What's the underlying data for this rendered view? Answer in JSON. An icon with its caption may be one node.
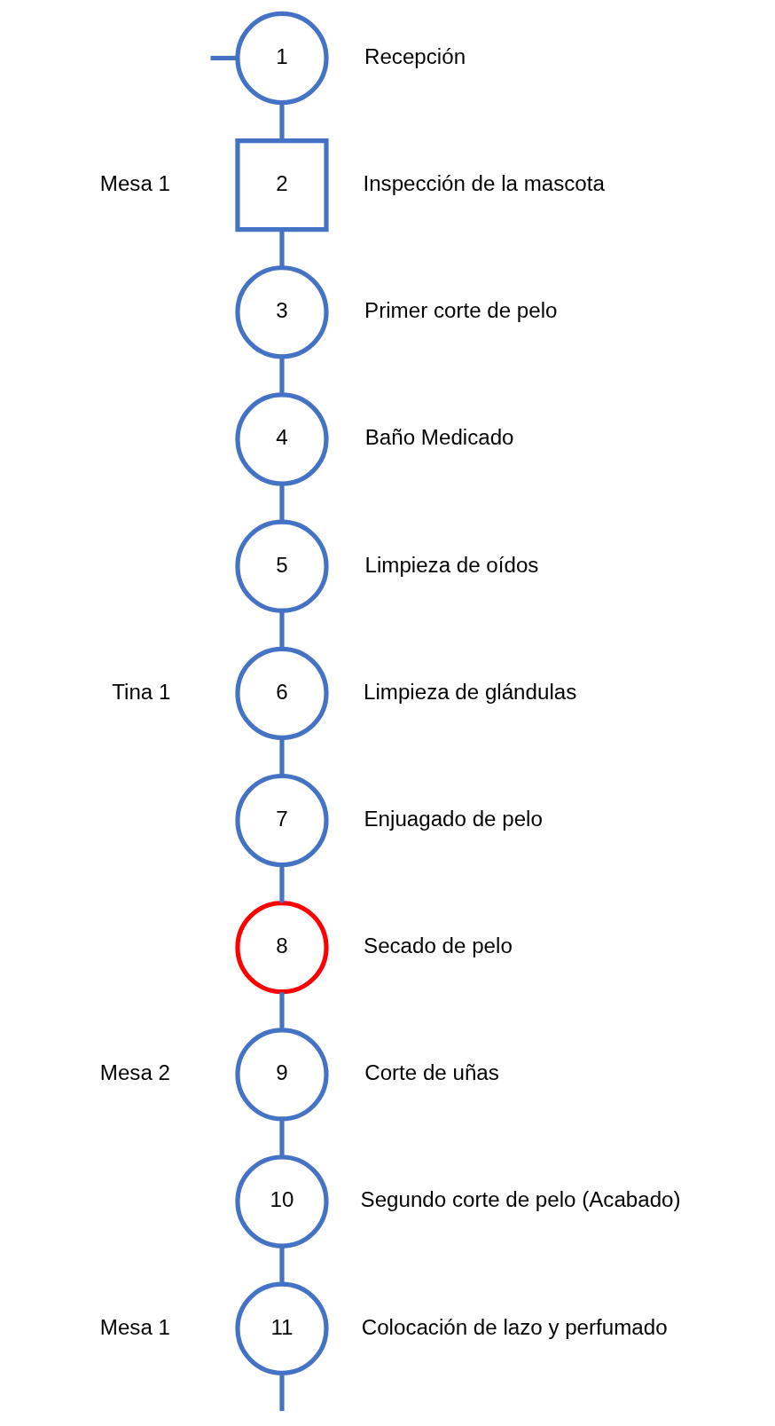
{
  "diagram": {
    "nodes": [
      {
        "text": [
          "1"
        ],
        "beside": [
          "Recepción"
        ]
      },
      {
        "text": [
          "2"
        ],
        "beside": [
          "Inspección de la mascota"
        ]
      },
      {
        "text": [
          "3"
        ],
        "beside": [
          "Primer corte de pelo"
        ]
      },
      {
        "text": [
          "4"
        ],
        "beside": [
          "Baño Medicado"
        ]
      },
      {
        "text": [
          "5"
        ],
        "beside": [
          "Limpieza de oídos"
        ]
      },
      {
        "text": [
          "6"
        ],
        "beside": [
          "Limpieza de glándulas"
        ]
      },
      {
        "text": [
          "7"
        ],
        "beside": [
          "Enjuagado de pelo"
        ]
      },
      {
        "text": [
          "8"
        ],
        "beside": [
          "Secado de pelo"
        ]
      },
      {
        "text": [
          "9"
        ],
        "beside": [
          "Corte de uñas"
        ]
      },
      {
        "text": [
          "10"
        ],
        "beside": [
          "Segundo corte de pelo (Acabado)"
        ]
      },
      {
        "text": [
          "11"
        ],
        "beside": [
          "Colocación de lazo y perfumado"
        ]
      }
    ],
    "edges": [
      {
        "from": null,
        "to": 0,
        "arrow": "none"
      },
      {
        "from": 0,
        "to": 1,
        "arrow": "none"
      },
      {
        "from": 1,
        "to": 2,
        "arrow": "none"
      },
      {
        "from": 2,
        "to": 3,
        "arrow": "none"
      },
      {
        "from": 3,
        "to": 4,
        "arrow": "none"
      },
      {
        "from": 4,
        "to": 5,
        "arrow": "none"
      },
      {
        "from": 5,
        "to": 6,
        "arrow": "none"
      },
      {
        "from": 6,
        "to": 7,
        "arrow": "none"
      },
      {
        "from": 7,
        "to": 8,
        "arrow": "none"
      },
      {
        "from": 8,
        "to": 9,
        "arrow": "none"
      },
      {
        "from": 9,
        "to": 10,
        "arrow": "none"
      },
      {
        "from": 10,
        "to": null,
        "arrow": "none"
      }
    ],
    "labels": [
      "Mesa 1",
      "Tina 1",
      "Mesa 2",
      "Mesa 1"
    ]
  }
}
